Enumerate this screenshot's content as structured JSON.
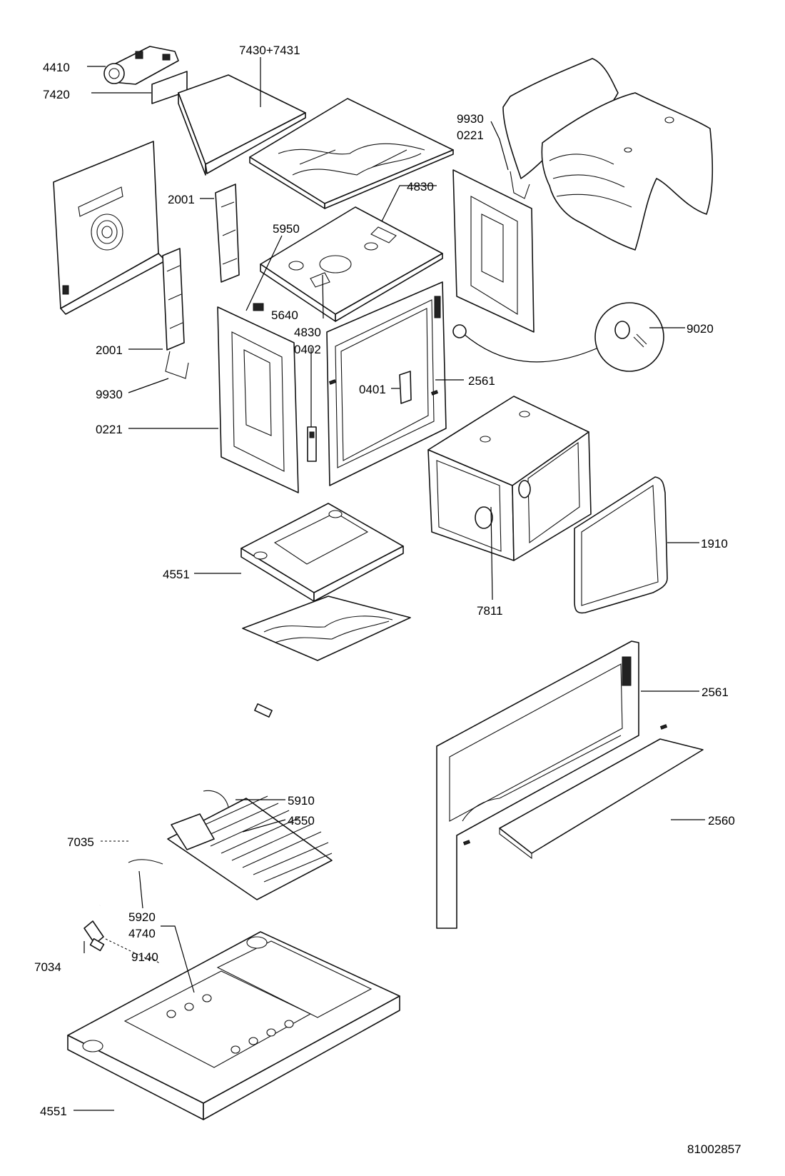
{
  "callouts": {
    "c4410": "4410",
    "c7420": "7420",
    "c7430": "7430+7431",
    "c9930a": "9930",
    "c0221a": "0221",
    "c2001a": "2001",
    "c4830a": "4830",
    "c5950": "5950",
    "c5640": "5640",
    "c4830b": "4830",
    "c0402": "0402",
    "c9020": "9020",
    "c2001b": "2001",
    "c0401": "0401",
    "c2561a": "2561",
    "c9930b": "9930",
    "c0221b": "0221",
    "c1910": "1910",
    "c4551a": "4551",
    "c7811": "7811",
    "c2561b": "2561",
    "c5910": "5910",
    "c4550": "4550",
    "c2560": "2560",
    "c7035": "7035",
    "c5920": "5920",
    "c4740": "4740",
    "c9140": "9140",
    "c7034": "7034",
    "c4551b": "4551"
  },
  "drawing_number": "81002857",
  "icons": {
    "screw": "screw-icon"
  }
}
